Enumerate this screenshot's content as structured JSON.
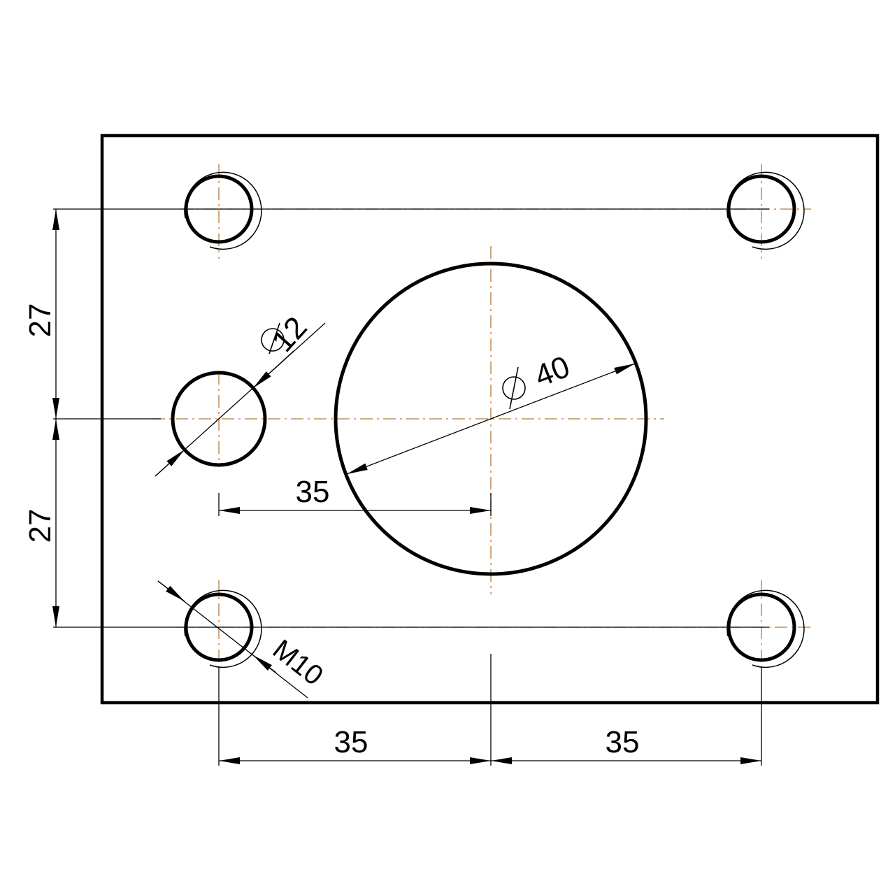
{
  "dimensions": {
    "top_vertical": "27",
    "bottom_vertical": "27",
    "small_hole_diameter": "12",
    "big_hole_diameter": "40",
    "hole_offset_horizontal": "35",
    "thread_size": "M10",
    "bottom_left_horizontal": "35",
    "bottom_right_horizontal": "35"
  },
  "colors": {
    "outline": "#000000",
    "center_line": "#b8793a"
  }
}
